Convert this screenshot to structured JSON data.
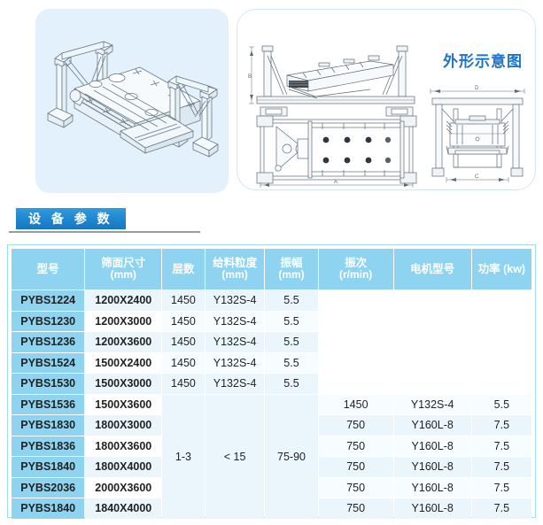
{
  "figures": {
    "left_photo": {
      "name": "vibrating-screen-3d-line-drawing",
      "alt": "3D isometric line drawing of banana vibrating screen machine"
    },
    "schematic": {
      "label": "外形示意图",
      "views": [
        {
          "name": "side-elevation-view",
          "dimension_letters": [
            "B"
          ]
        },
        {
          "name": "plan-top-view",
          "dimension_letters": [
            "A"
          ]
        },
        {
          "name": "end-elevation-view",
          "dimension_letters": [
            "D",
            "C"
          ]
        }
      ]
    }
  },
  "section": {
    "badge": "设 备 参 数"
  },
  "table": {
    "headers": [
      {
        "title": "型号",
        "unit": ""
      },
      {
        "title": "筛面尺寸",
        "unit": "(mm)"
      },
      {
        "title": "层数",
        "unit": ""
      },
      {
        "title": "给料粒度",
        "unit": "(mm)"
      },
      {
        "title": "振幅",
        "unit": "(mm)"
      },
      {
        "title": "振次",
        "unit": "(r/min)"
      },
      {
        "title": "电机型号",
        "unit": ""
      },
      {
        "title": "功率",
        "unit": "(kw)"
      }
    ],
    "merged": {
      "layers": "1-3",
      "feed_size": "< 15",
      "amplitude": "75-90"
    },
    "rows": [
      {
        "model": "PYBS1224",
        "size": "1200X2400",
        "freq": "1450",
        "motor": "Y132S-4",
        "power": "5.5"
      },
      {
        "model": "PYBS1230",
        "size": "1200X3000",
        "freq": "1450",
        "motor": "Y132S-4",
        "power": "5.5"
      },
      {
        "model": "PYBS1236",
        "size": "1200X3600",
        "freq": "1450",
        "motor": "Y132S-4",
        "power": "5.5"
      },
      {
        "model": "PYBS1524",
        "size": "1500X2400",
        "freq": "1450",
        "motor": "Y132S-4",
        "power": "5.5"
      },
      {
        "model": "PYBS1530",
        "size": "1500X3000",
        "freq": "1450",
        "motor": "Y132S-4",
        "power": "5.5"
      },
      {
        "model": "PYBS1536",
        "size": "1500X3600",
        "freq": "1450",
        "motor": "Y132S-4",
        "power": "5.5"
      },
      {
        "model": "PYBS1830",
        "size": "1800X3000",
        "freq": "750",
        "motor": "Y160L-8",
        "power": "7.5"
      },
      {
        "model": "PYBS1836",
        "size": "1800X3600",
        "freq": "750",
        "motor": "Y160L-8",
        "power": "7.5"
      },
      {
        "model": "PYBS1840",
        "size": "1800X4000",
        "freq": "750",
        "motor": "Y160L-8",
        "power": "7.5"
      },
      {
        "model": "PYBS2036",
        "size": "2000X3600",
        "freq": "750",
        "motor": "Y160L-8",
        "power": "7.5"
      },
      {
        "model": "PYBS1840",
        "size": "1840X4000",
        "freq": "750",
        "motor": "Y160L-8",
        "power": "7.5"
      }
    ]
  },
  "colors": {
    "header_blue": "#8ed4f0",
    "badge_blue": "#1476c4",
    "panel_bg": "#e2f1fb",
    "row_stripe": "#eaf6fc",
    "label_blue": "#1b74c9"
  }
}
